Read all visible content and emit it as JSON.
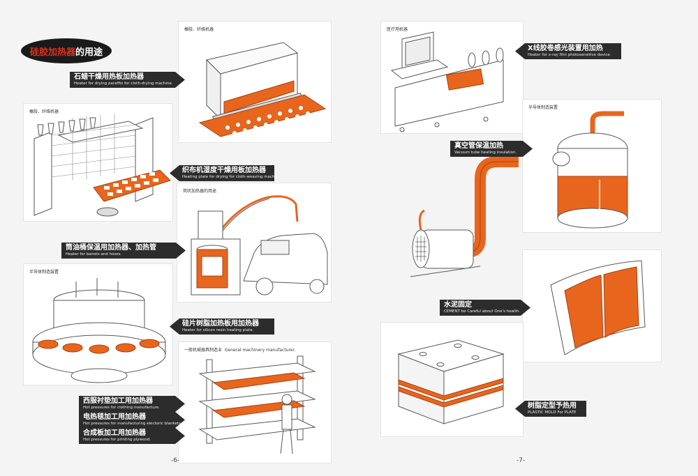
{
  "title": {
    "red": "硅胶加热器",
    "white": "的用途"
  },
  "colors": {
    "accent": "#e8651e",
    "label_bg": "#2c2c2c"
  },
  "panels": {
    "p1": "橡胶、纤维机器",
    "p2": "橡胶、纤维机器",
    "p3": "简状加热器的用途",
    "p4": "半导体制造装置",
    "p5": "一般机械器具制造业",
    "p5_en": "General machinery manufacturer.",
    "p6": "医疗用机器",
    "p7": "半导体制造装置"
  },
  "labels": [
    {
      "cn": "石蜡干燥用热板加热器",
      "en": "Heater for drying paraffin for cloth-drying machine."
    },
    {
      "cn": "织布机湿度干燥用板加热器",
      "en": "Heating plate for drying for cloth-weaving machine."
    },
    {
      "cn": "筒油桶保温用加热器、加热管",
      "en": "Heater for barrels and hoses."
    },
    {
      "cn": "硅片树脂加热板用加热器",
      "en": "Heater for silicon resin heating plate."
    },
    {
      "cn": "西服衬垫加工用加热器",
      "en": "Hot pressures for clothing manufacture."
    },
    {
      "cn": "电热毯加工用加热器",
      "en": "Hot pressures for manufacturing electoric blankets."
    },
    {
      "cn": "合成板加工用加热器",
      "en": "Hot pressures for printing plywood."
    },
    {
      "cn": "X线胶卷感光装置用加热",
      "en": "Heater for x-ray film photosensitive device"
    },
    {
      "cn": "真空管保温加热",
      "en": "Vacuum tube heating insulation."
    },
    {
      "cn": "水泥固定",
      "en": "CEMENT be Careful about One's health."
    },
    {
      "cn": "树脂定型予热用",
      "en": "PLASTIC MOLD For PLATE"
    }
  ],
  "pages": {
    "left": "-6-",
    "right": "-7-"
  }
}
